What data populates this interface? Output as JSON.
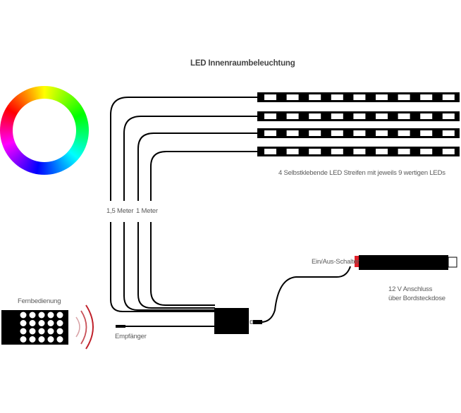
{
  "title": "LED Innenraumbeleuchtung",
  "labels": {
    "strips_caption": "4 Selbstklebende LED Streifen mit jeweils 9 wertigen LEDs",
    "cable_long": "1,5 Meter",
    "cable_short": "1 Meter",
    "switch": "Ein/Aus-Schalter",
    "power_line1": "12 V  Anschluss",
    "power_line2": "über Bordsteckdose",
    "remote": "Fernbedienung",
    "receiver": "Empfänger"
  },
  "led_strips": {
    "count": 4,
    "leds_per_strip": 9
  },
  "remote": {
    "button_rows": 4,
    "button_cols": 5
  },
  "colors": {
    "strip": "#000000",
    "led": "#ffffff",
    "switch": "#e0202a",
    "wave": "#c0202a",
    "wire": "#000000",
    "text": "#5a5a5a"
  },
  "icons": {
    "color_wheel": "rgb-color-wheel-icon",
    "remote": "remote-control-icon",
    "signal": "infrared-signal-icon",
    "controller": "controller-box-icon",
    "plug": "car-socket-plug-icon"
  }
}
